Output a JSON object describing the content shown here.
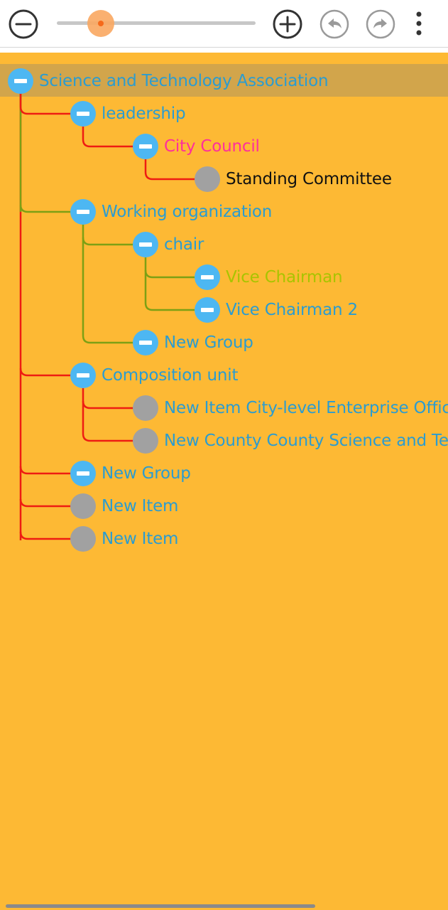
{
  "toolbar": {
    "zoom_out_icon": "minus-circle-icon",
    "zoom_in_icon": "plus-circle-icon",
    "undo_icon": "undo-icon",
    "redo_icon": "redo-icon",
    "more_icon": "more-vert-icon",
    "zoom_level": 0.22
  },
  "colors": {
    "background": "#FDB934",
    "selected_band": "#D2A54B",
    "node_blue": "#4DB7F2",
    "node_gray": "#A1A1A1",
    "text_default": "#2B9CD0",
    "text_pink": "#FF2E9C",
    "text_lime": "#A9C400",
    "text_black": "#111111",
    "line_red": "#EE1C12",
    "line_olive": "#7DA014"
  },
  "tree": {
    "root": {
      "label": "Science and Technology Association",
      "icon": "collapse-icon"
    },
    "nodes": [
      {
        "label": "leadership",
        "icon": "collapse-icon"
      },
      {
        "label": "City Council",
        "icon": "collapse-icon"
      },
      {
        "label": "Standing Committee",
        "icon": "leaf-icon"
      },
      {
        "label": "Working organization",
        "icon": "collapse-icon"
      },
      {
        "label": "chair",
        "icon": "collapse-icon"
      },
      {
        "label": "Vice Chairman",
        "icon": "collapse-icon"
      },
      {
        "label": "Vice Chairman 2",
        "icon": "collapse-icon"
      },
      {
        "label": "New Group",
        "icon": "collapse-icon"
      },
      {
        "label": "Composition unit",
        "icon": "collapse-icon"
      },
      {
        "label": "New Item City-level Enterprise Office",
        "icon": "leaf-icon"
      },
      {
        "label": "New County County Science and Tech",
        "icon": "leaf-icon"
      },
      {
        "label": "New Group",
        "icon": "collapse-icon"
      },
      {
        "label": "New Item",
        "icon": "leaf-icon"
      },
      {
        "label": "New Item",
        "icon": "leaf-icon"
      }
    ]
  }
}
